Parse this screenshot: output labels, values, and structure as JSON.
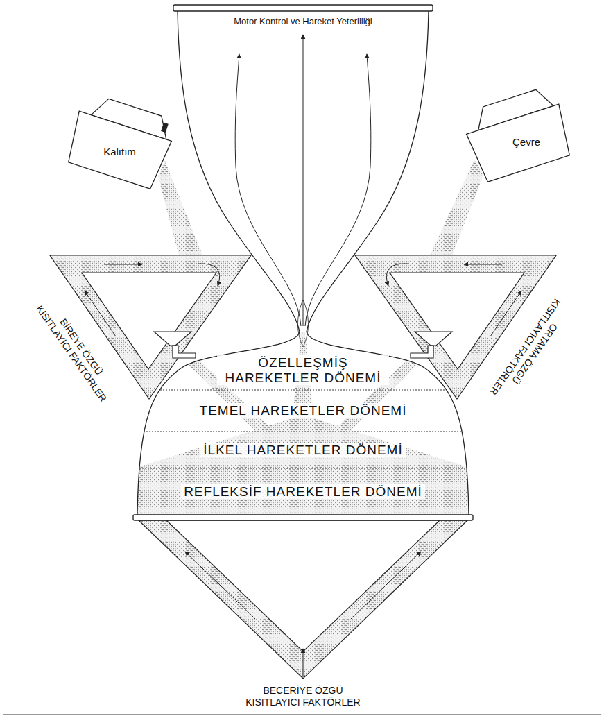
{
  "diagram": {
    "nodes": [
      {
        "text": [
          "Motor Kontrol ve Hareket Yeterliliği"
        ]
      },
      {
        "text": [
          "Kalıtım"
        ]
      },
      {
        "text": [
          "Çevre"
        ]
      },
      {
        "text": [
          "ÖZELLEŞMİŞ HAREKETLER DÖNEMİ"
        ],
        "in": 0
      },
      {
        "text": [
          "TEMEL HAREKETLER DÖNEMİ"
        ],
        "in": 0
      },
      {
        "text": [
          "İLKEL HAREKETLER DÖNEMİ"
        ],
        "in": 0
      },
      {
        "text": [
          "REFLEKSİF HAREKETLER DÖNEMİ"
        ],
        "in": 0
      }
    ],
    "labels": [
      "BİREYE ÖZGÜ KISITLAYICI FAKTÖRLER",
      "ORTAMA ÖZGÜ KISITLAYICI FAKTÖRLER",
      "BECERİYE ÖZGÜ KISITLAYICI FAKTÖRLER"
    ]
  }
}
